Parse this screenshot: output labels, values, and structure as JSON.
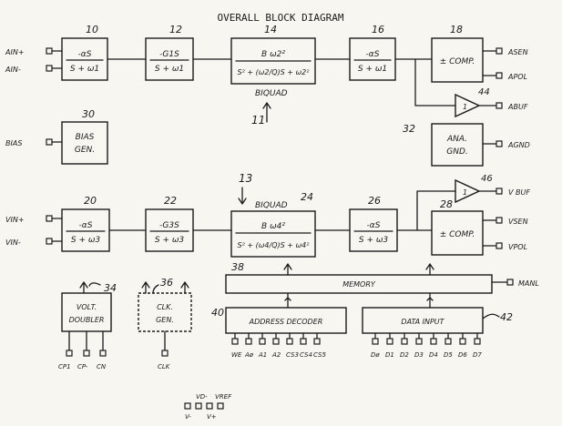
{
  "title": "OVERALL BLOCK DIAGRAM",
  "blocks": {
    "b10": {
      "ref": "10",
      "num": "-αS",
      "den": "S + ω1"
    },
    "b12": {
      "ref": "12",
      "num": "-G1S",
      "den": "S + ω1"
    },
    "b14": {
      "ref": "14",
      "num": "B ω2²",
      "den": "S² + (ω2/Q)S + ω2²",
      "label": "BIQUAD",
      "arrow_ref": "11"
    },
    "b16": {
      "ref": "16",
      "num": "-αS",
      "den": "S + ω1"
    },
    "b18": {
      "ref": "18",
      "text": "± COMP."
    },
    "b44": {
      "ref": "44",
      "text": "1"
    },
    "b30": {
      "ref": "30",
      "line1": "BIAS",
      "line2": "GEN."
    },
    "b32": {
      "ref": "32",
      "line1": "ANA.",
      "line2": "GND."
    },
    "b20": {
      "ref": "20",
      "num": "-αS",
      "den": "S + ω3"
    },
    "b22": {
      "ref": "22",
      "num": "-G3S",
      "den": "S + ω3"
    },
    "b24": {
      "ref": "24",
      "num": "B ω4²",
      "den": "S² + (ω4/Q)S + ω4²",
      "label": "BIQUAD",
      "arrow_ref": "13"
    },
    "b26": {
      "ref": "26",
      "num": "-αS",
      "den": "S + ω3"
    },
    "b28": {
      "ref": "28",
      "text": "± COMP."
    },
    "b46": {
      "ref": "46",
      "text": "1"
    },
    "b34": {
      "ref": "34",
      "line1": "VOLT.",
      "line2": "DOUBLER"
    },
    "b36": {
      "ref": "36",
      "line1": "CLK.",
      "line2": "GEN."
    },
    "b38": {
      "ref": "38",
      "text": "MEMORY"
    },
    "b40": {
      "ref": "40",
      "text": "ADDRESS DECODER"
    },
    "b42": {
      "ref": "42",
      "text": "DATA INPUT"
    }
  },
  "pins": {
    "ain_plus": "AIN+",
    "ain_minus": "AIN-",
    "bias": "BIAS",
    "asen": "ASEN",
    "apol": "APOL",
    "abuf": "ABUF",
    "agnd": "AGND",
    "vin_plus": "VIN+",
    "vin_minus": "VIN-",
    "vbuf": "V BUF",
    "vsen": "VSEN",
    "vpol": "VPOL",
    "manl": "MANL",
    "cp1": "CP1",
    "cp_minus": "CP-",
    "cn": "CN",
    "clk": "CLK",
    "address": [
      "WE",
      "Aø",
      "A1",
      "A2",
      "CS3",
      "CS4",
      "CS5"
    ],
    "data": [
      "Dø",
      "D1",
      "D2",
      "D3",
      "D4",
      "D5",
      "D6",
      "D7"
    ],
    "vd_minus": "VD-",
    "vref": "VREF",
    "v_minus": "V-",
    "v_plus": "V+"
  }
}
